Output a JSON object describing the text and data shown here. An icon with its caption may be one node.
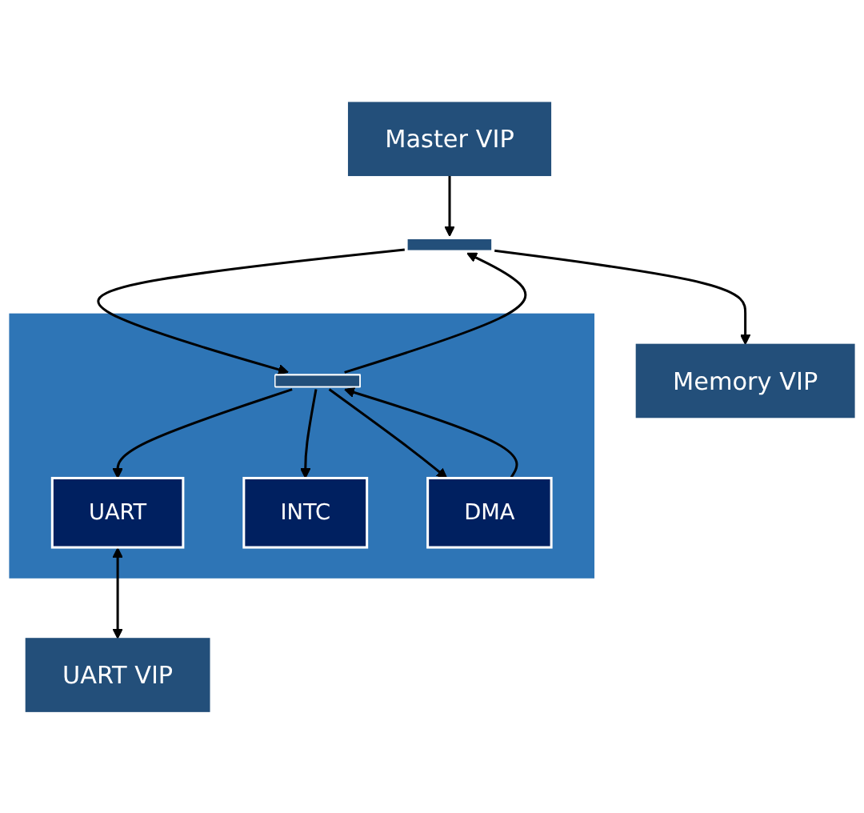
{
  "diagram": {
    "nodes": [
      {
        "text": [
          "Master VIP"
        ]
      },
      {
        "text": [
          "Memory VIP"
        ]
      },
      {
        "text": [],
        "shape": "bar"
      },
      {
        "text": [],
        "shape": "box"
      },
      {
        "text": [],
        "shape": "bar",
        "in": 3
      },
      {
        "text": [
          "UART"
        ],
        "in": 3
      },
      {
        "text": [
          "INTC"
        ],
        "in": 3
      },
      {
        "text": [
          "DMA"
        ],
        "in": 3
      },
      {
        "text": [
          "UART VIP"
        ]
      }
    ],
    "edges": [
      {
        "from": 0,
        "to": 2,
        "arrow": "to"
      },
      {
        "from": 2,
        "to": 1,
        "arrow": "to"
      },
      {
        "from": 2,
        "to": 4,
        "arrow": "to"
      },
      {
        "from": 4,
        "to": 2,
        "arrow": "to"
      },
      {
        "from": 4,
        "to": 5,
        "arrow": "to"
      },
      {
        "from": 4,
        "to": 6,
        "arrow": "to"
      },
      {
        "from": 4,
        "to": 7,
        "arrow": "to"
      },
      {
        "from": 7,
        "to": 4,
        "arrow": "to"
      },
      {
        "from": 5,
        "to": 8,
        "arrow": "both"
      }
    ]
  }
}
